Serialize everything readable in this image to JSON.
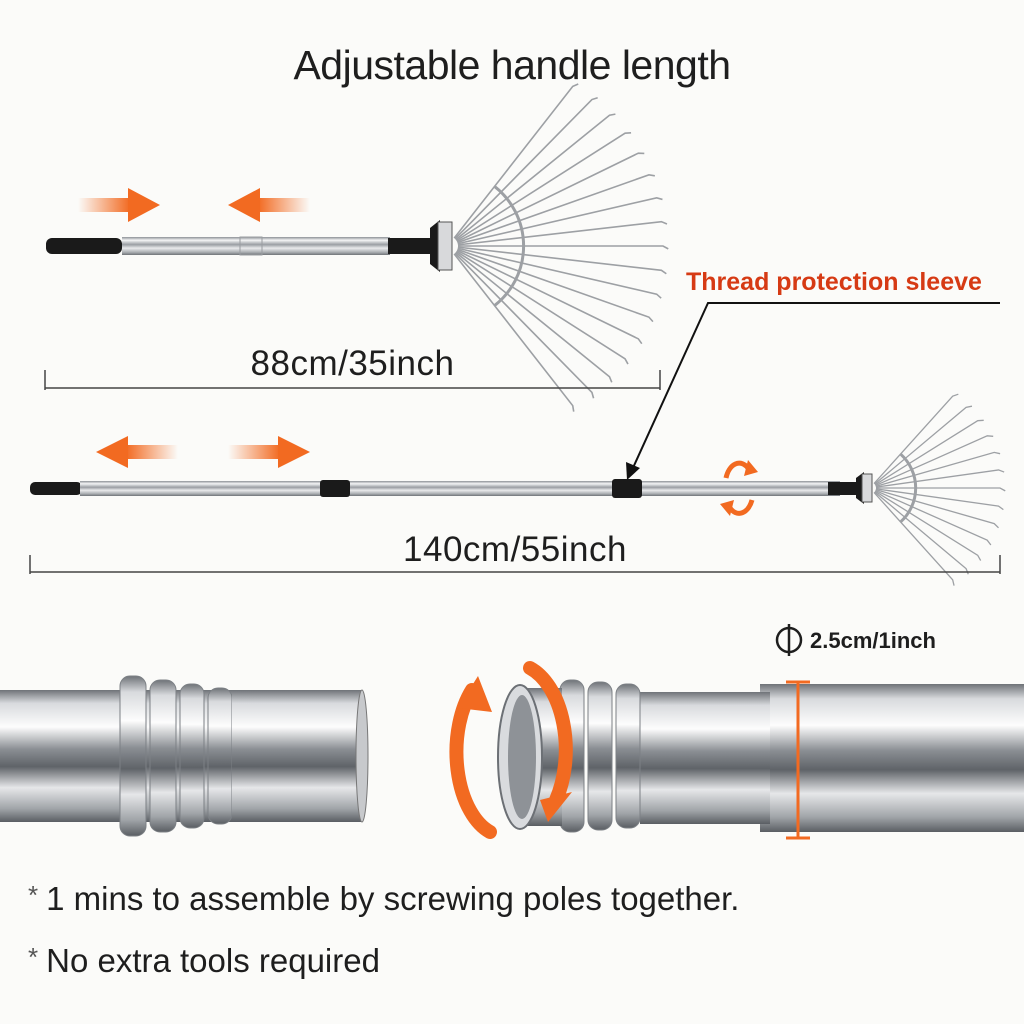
{
  "title": "Adjustable handle  length",
  "measurements": {
    "short": "88cm/35inch",
    "long": "140cm/55inch",
    "diameter": "2.5cm/1inch"
  },
  "callout": {
    "sleeve": "Thread protection sleeve"
  },
  "notes": [
    {
      "bullet": "*",
      "text": "1 mins to assemble by screwing poles together."
    },
    {
      "bullet": "*",
      "text": "No extra tools required"
    }
  ],
  "colors": {
    "accent": "#f26a21",
    "callout": "#d63a14",
    "text": "#1e1e1e",
    "grip": "#1a1a1a",
    "steel": "#b9bcc0"
  },
  "icons": [
    "shrink-arrows-icon",
    "extend-arrows-icon",
    "rotate-icon",
    "diameter-icon"
  ]
}
